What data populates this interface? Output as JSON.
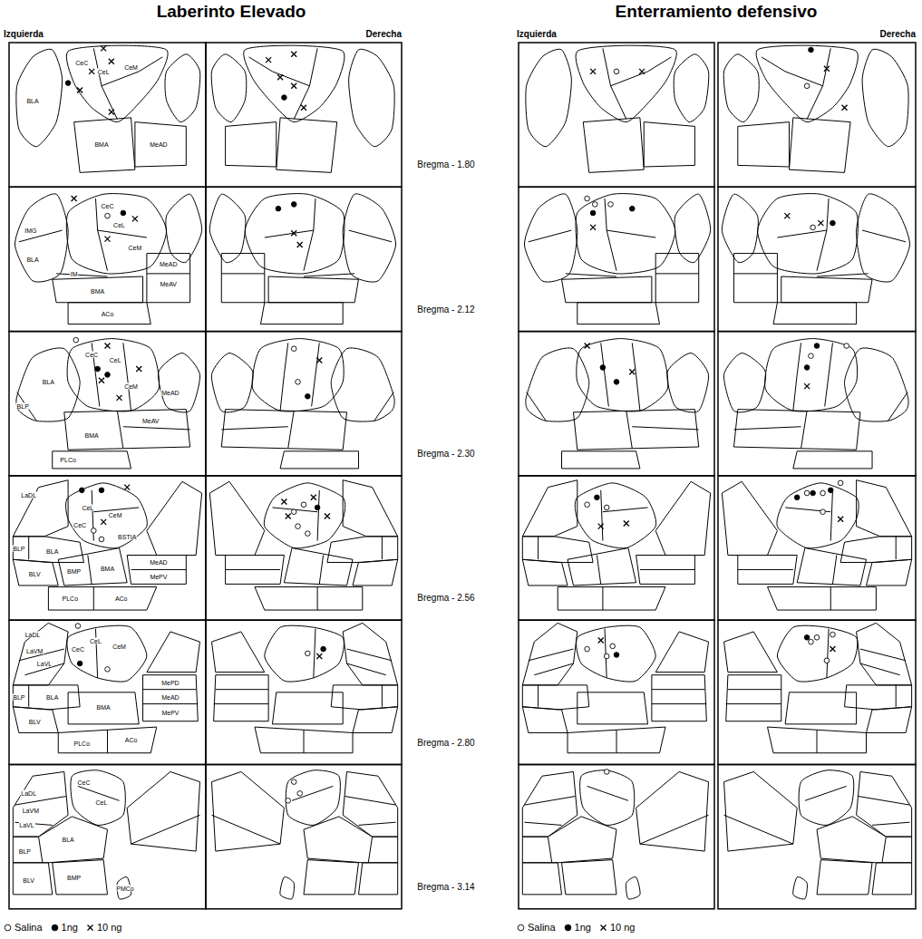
{
  "diagram": {
    "labels": [
      "Laberinto Elevado",
      "Enterramiento defensivo",
      "Izquierda",
      "Derecha",
      "Izquierda",
      "Derecha",
      "CeC",
      "CeL",
      "CeM",
      "BLA",
      "BMA",
      "MeAD",
      "Bregma - 1.80",
      "CeC",
      "CeL",
      "CeM",
      "IMG",
      "BLA",
      "IM",
      "MeAD",
      "MeAV",
      "BMA",
      "ACo",
      "Bregma - 2.12",
      "CeC",
      "CeL",
      "CeM",
      "BLA",
      "BLP",
      "MeAD",
      "MeAV",
      "BMA",
      "PLCo",
      "Bregma - 2.30",
      "LaDL",
      "CeC",
      "CeL",
      "CeM",
      "BLP",
      "BLA",
      "BSTIA",
      "BLV",
      "BMP",
      "BMA",
      "MeAD",
      "MePV",
      "ACo",
      "PLCo",
      "Bregma - 2.56",
      "LaDL",
      "LaVM",
      "LaVL",
      "CeC",
      "CeL",
      "CeM",
      "BLP",
      "BLA",
      "BLV",
      "BMA",
      "MePD",
      "MeAD",
      "MePV",
      "ACo",
      "PLCo",
      "Bregma - 2.80",
      "LaDL",
      "CeC",
      "CeL",
      "LaVM",
      "LaVL",
      "BLP",
      "BLA",
      "BLV",
      "BMP",
      "PMCo",
      "Bregma - 3.14"
    ],
    "legend": [
      {
        "text": "Salina"
      },
      {
        "text": "1ng"
      },
      {
        "text": "10 ng"
      },
      {
        "text": "Salina"
      },
      {
        "text": "1ng"
      },
      {
        "text": "10 ng"
      }
    ]
  }
}
